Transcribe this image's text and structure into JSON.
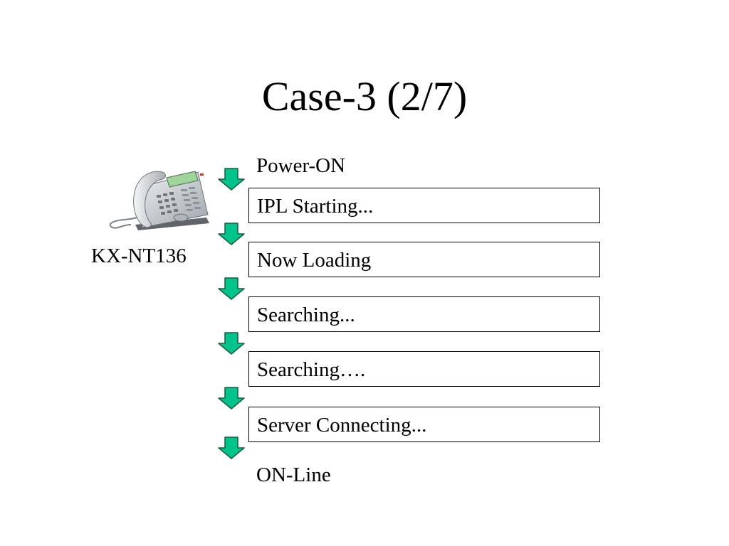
{
  "title": "Case-3 (2/7)",
  "device": {
    "model": "KX-NT136",
    "icon": "desk-phone-icon"
  },
  "sequence": {
    "start": "Power-ON",
    "stages": [
      "IPL Starting...",
      "Now Loading",
      "Searching...",
      "Searching….",
      "Server Connecting..."
    ],
    "end": "ON-Line"
  },
  "colors": {
    "arrow_fill": "#00c48c",
    "arrow_stroke": "#1a5c3a",
    "box_border": "#000000",
    "phone_body": "#c9ced3",
    "phone_display": "#9fd49a"
  }
}
